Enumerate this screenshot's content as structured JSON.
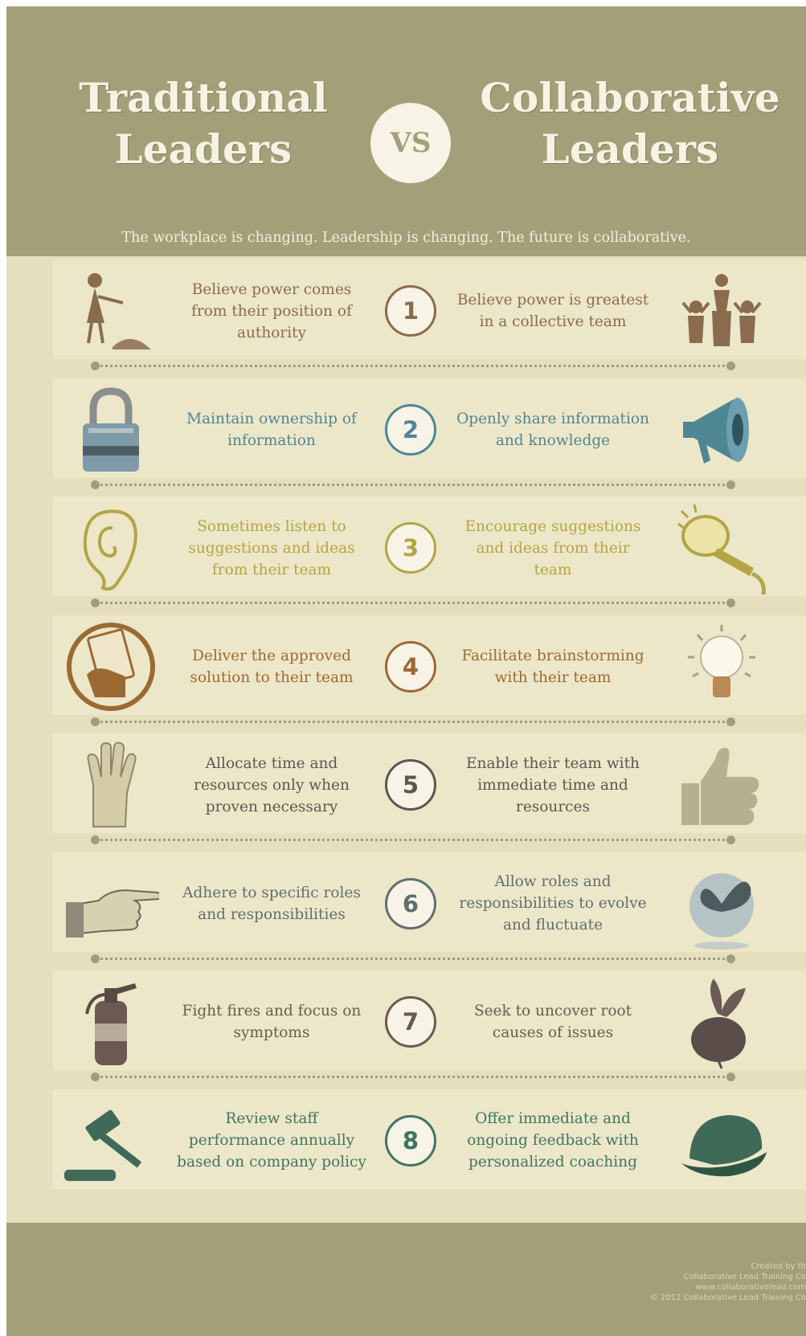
{
  "header": {
    "title_left": [
      "Traditional",
      "Leaders"
    ],
    "vs": "VS",
    "title_right": [
      "Collaborative",
      "Leaders"
    ],
    "tagline": "The workplace is changing. Leadership is changing. The future is collaborative."
  },
  "rows": [
    {
      "number": "1",
      "traditional": "Believe power comes from their position of authority",
      "collaborative": "Believe power is greatest in a collective team",
      "color": "#8a6b4d",
      "left_icon": "pointing-figure-icon",
      "right_icon": "cheering-team-icon"
    },
    {
      "number": "2",
      "traditional": "Maintain ownership of information",
      "collaborative": "Openly share information and knowledge",
      "color": "#4f8693",
      "left_icon": "padlock-icon",
      "right_icon": "megaphone-icon"
    },
    {
      "number": "3",
      "traditional": "Sometimes listen to suggestions and ideas from their team",
      "collaborative": "Encourage suggestions and ideas from their team",
      "color": "#b3a546",
      "left_icon": "ear-icon",
      "right_icon": "microphone-icon"
    },
    {
      "number": "4",
      "traditional": "Deliver the approved solution to their team",
      "collaborative": "Facilitate brainstorming with their team",
      "color": "#9b6a33",
      "left_icon": "clipboard-icon",
      "right_icon": "light-bulb-icon"
    },
    {
      "number": "5",
      "traditional": "Allocate time and resources only when proven necessary",
      "collaborative": "Enable their team with immediate time and resources",
      "color": "#5b5650",
      "left_icon": "raised-hand-icon",
      "right_icon": "thumbs-up-icon"
    },
    {
      "number": "6",
      "traditional": "Adhere to specific roles and responsibilities",
      "collaborative": "Allow roles and responsibilities to evolve and fluctuate",
      "color": "#5f6e70",
      "left_icon": "pointing-hand-icon",
      "right_icon": "butterfly-icon"
    },
    {
      "number": "7",
      "traditional": "Fight fires and focus on symptoms",
      "collaborative": "Seek to uncover root causes of issues",
      "color": "#6a5a50",
      "left_icon": "fire-extinguisher-icon",
      "right_icon": "beet-root-icon"
    },
    {
      "number": "8",
      "traditional": "Review staff performance annually based on company policy",
      "collaborative": "Offer immediate and ongoing feedback with personalized coaching",
      "color": "#3f7561",
      "left_icon": "gavel-icon",
      "right_icon": "coach-cap-icon"
    }
  ],
  "footer": {
    "credit": [
      "Created by th",
      "Collaborative Lead Training Co",
      "www.collaborativelead.com",
      "© 2012 Collaborative Lead Training Co"
    ]
  }
}
